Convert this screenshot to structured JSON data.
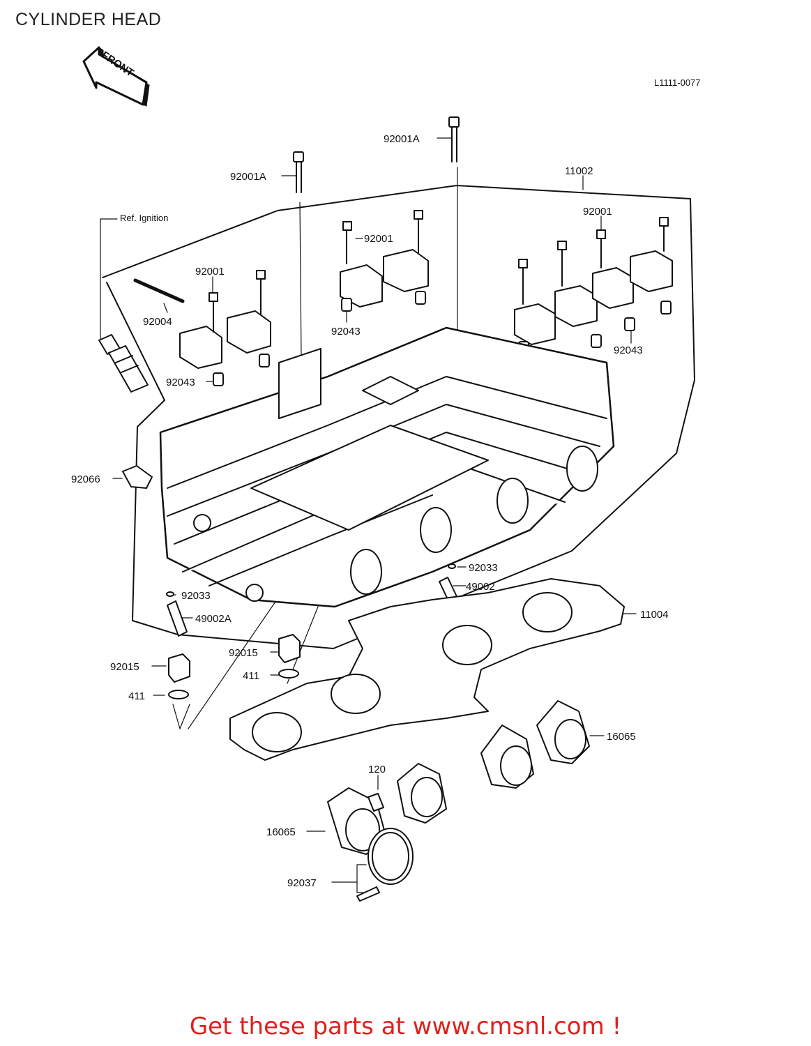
{
  "page": {
    "title": "CYLINDER HEAD"
  },
  "diagram": {
    "front_label": "FRONT",
    "figure_code": "L1111-0077",
    "ref_note": "Ref. Ignition",
    "parts": {
      "p92001A_top": "92001A",
      "p92001A_left": "92001A",
      "p11002": "11002",
      "p92001_right": "92001",
      "p92001_mid": "92001",
      "p92001_left": "92001",
      "p92004": "92004",
      "p92043_mid": "92043",
      "p92043_right": "92043",
      "p92043_left": "92043",
      "p92066": "92066",
      "p92033_right": "92033",
      "p49002": "49002",
      "p92033_left": "92033",
      "p49002A": "49002A",
      "p11004": "11004",
      "p92015_mid": "92015",
      "p411_mid": "411",
      "p92015_left": "92015",
      "p411_left": "411",
      "p16065_right": "16065",
      "p120": "120",
      "p16065_left": "16065",
      "p92037": "92037"
    }
  },
  "footer": {
    "cta": "Get these parts at www.cmsnl.com !",
    "link_color": "#e0201c"
  }
}
